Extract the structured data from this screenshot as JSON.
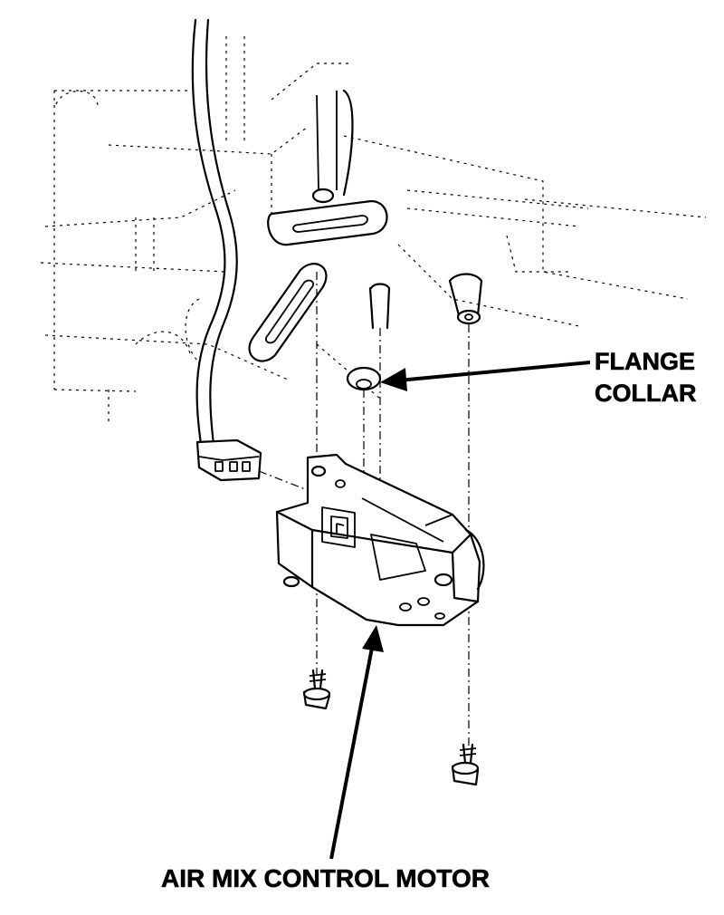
{
  "labels": {
    "flange_collar_line1": "FLANGE",
    "flange_collar_line2": "COLLAR",
    "motor": "AIR MIX CONTROL MOTOR"
  },
  "colors": {
    "ink": "#000000",
    "background": "#ffffff"
  }
}
